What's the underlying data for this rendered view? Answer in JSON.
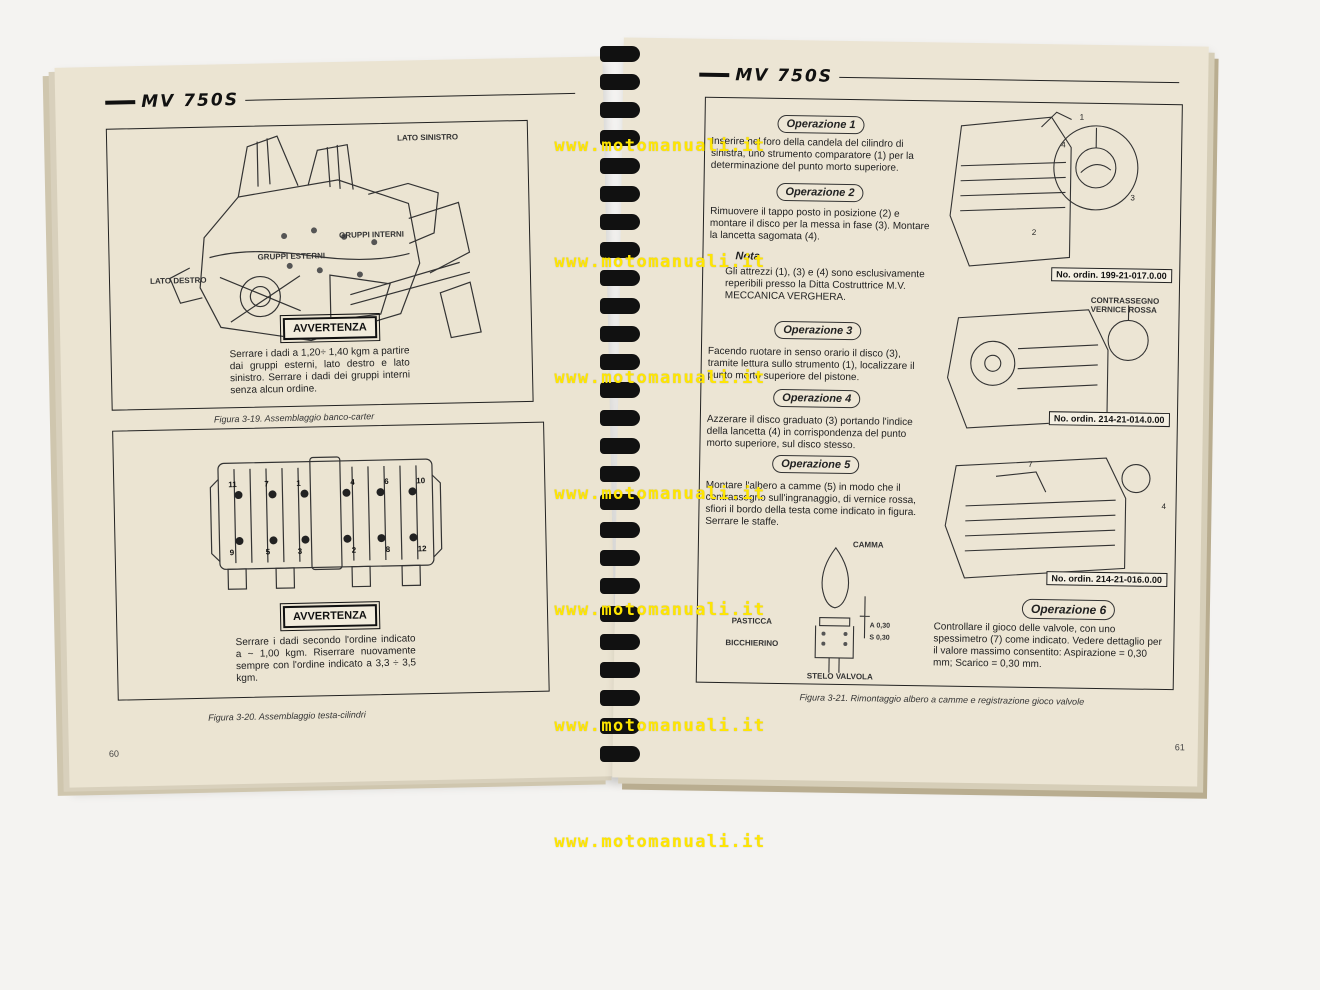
{
  "watermark": "www.motomanuali.it",
  "left_page": {
    "header": "MV 750S",
    "labels": {
      "lato_sinistro": "LATO SINISTRO",
      "lato_destro": "LATO DESTRO",
      "gruppi_esterni": "GRUPPI ESTERNI",
      "gruppi_interni": "GRUPPI INTERNI"
    },
    "warning_1": "AVVERTENZA",
    "text_1": "Serrare i dadi a 1,20÷ 1,40 kgm a partire dai gruppi esterni, lato destro e lato sinistro. Serrare i dadi dei gruppi interni senza alcun ordine.",
    "caption_1": "Figura 3-19. Assemblaggio banco-carter",
    "bolt_numbers": [
      "11",
      "7",
      "1",
      "4",
      "6",
      "10",
      "9",
      "5",
      "3",
      "2",
      "8",
      "12"
    ],
    "warning_2": "AVVERTENZA",
    "text_2": "Serrare i dadi secondo l'ordine indicato a ~ 1,00 kgm. Riserrare nuovamente sempre con l'ordine indicato a 3,3 ÷ 3,5 kgm.",
    "caption_2": "Figura 3-20. Assemblaggio testa-cilindri",
    "page_number": "60"
  },
  "right_page": {
    "header": "MV 750S",
    "op1_title": "Operazione 1",
    "op1_text": "Inserire nel foro della candela del cilindro di sinistra, uno strumento comparatore (1) per la determinazione del punto morto superiore.",
    "op2_title": "Operazione 2",
    "op2_text": "Rimuovere il tappo posto in posizione (2) e montare il disco per la messa in fase (3). Montare la lancetta sagomata (4).",
    "nota_title": "Nota",
    "nota_text": "Gli attrezzi (1), (3) e (4) sono esclusivamente reperibili presso la Ditta Costruttrice M.V. MECCANICA VERGHERA.",
    "op3_title": "Operazione 3",
    "op3_text": "Facendo ruotare in senso orario il disco (3), tramite lettura sullo strumento (1), localizzare il punto morto superiore del pistone.",
    "op4_title": "Operazione 4",
    "op4_text": "Azzerare il disco graduato (3) portando l'indice della lancetta (4) in corrispondenza del punto morto superiore, sul disco stesso.",
    "op5_title": "Operazione 5",
    "op5_text": "Montare l'albero a camme (5) in modo che il contrassegno sull'ingranaggio, di vernice rossa, sfiori il bordo della testa come indicato in figura. Serrare le staffe.",
    "cam_labels": {
      "camma": "CAMMA",
      "pasticca": "PASTICCA",
      "bicchierino": "BICCHIERINO",
      "stelo": "STELO VALVOLA",
      "a": "A 0,30",
      "s": "S 0,30"
    },
    "order_1": "No. ordin. 199-21-017.0.00",
    "order_2": "No. ordin. 214-21-014.0.00",
    "order_3": "No. ordin. 214-21-016.0.00",
    "contrassegno": "CONTRASSEGNO VERNICE ROSSA",
    "op6_title": "Operazione 6",
    "op6_text": "Controllare il gioco delle valvole, con uno spessimetro (7) come indicato. Vedere dettaglio per il valore massimo consentito: Aspirazione = 0,30 mm; Scarico = 0,30 mm.",
    "caption": "Figura 3-21. Rimontaggio albero a camme e registrazione gioco valvole",
    "page_number": "61"
  }
}
